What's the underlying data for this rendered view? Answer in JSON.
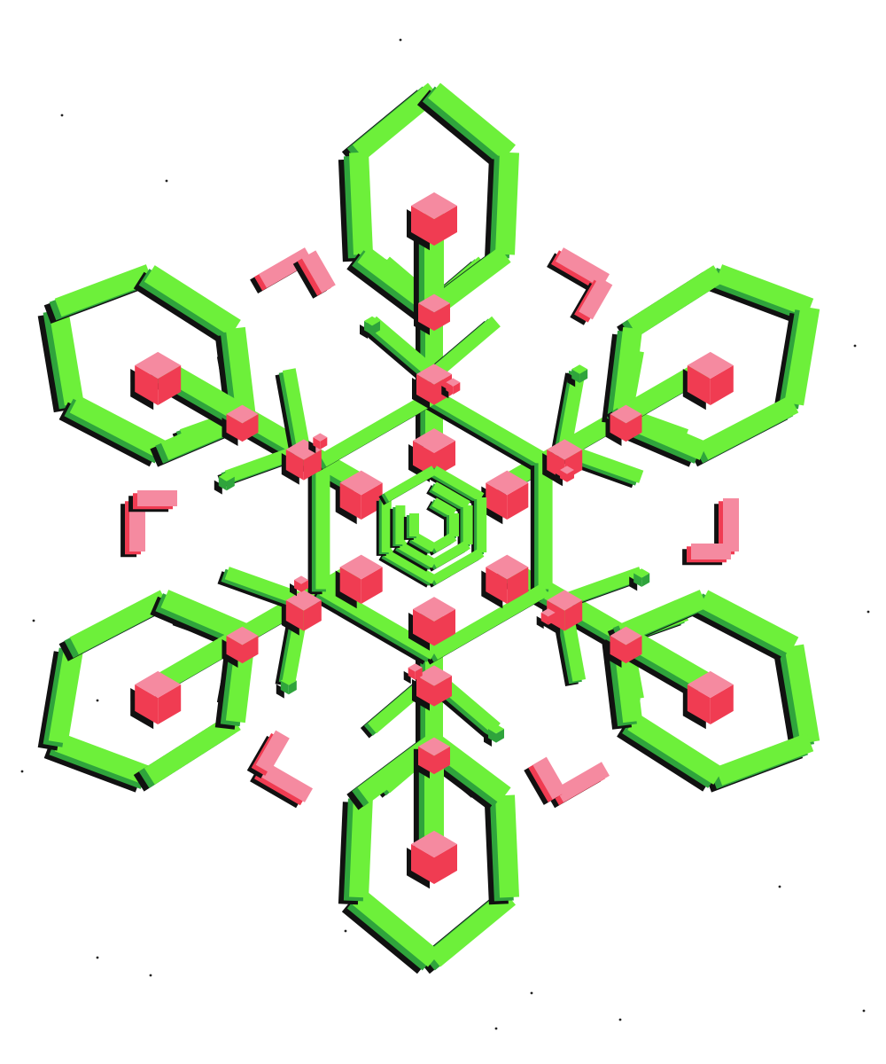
{
  "artwork": {
    "subject": "snowflake-of-impossible-cubes",
    "colors": {
      "background": "#ffffff",
      "green_light": "#6df03a",
      "green_dark": "#2fa43c",
      "pink_light": "#f58aa0",
      "pink_red": "#f03c52",
      "shadow": "#111111"
    },
    "arms": 6,
    "outer_cube_count": 6,
    "corner_bracket_count": 6
  }
}
